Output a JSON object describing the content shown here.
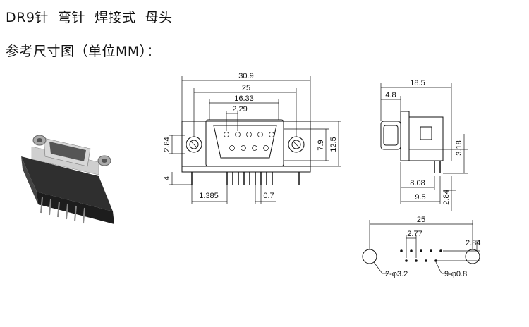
{
  "title_line1": "DR9针  弯针  焊接式  母头",
  "title_line2": "参考尺寸图（单位MM）：",
  "front_view": {
    "dims": {
      "overall_width": "30.9",
      "flange_hole_pitch": "25",
      "shell_width": "16.33",
      "pin_pitch": "2.29",
      "hole_height": "2.84",
      "pin_length": "4",
      "body_height_inner": "7.9",
      "body_height": "12.5",
      "pin_offset": "1.385",
      "pin_width": "0.7"
    }
  },
  "side_view": {
    "dims": {
      "depth": "18.5",
      "front_part": "4.8",
      "pin_height": "3.18",
      "pin_row_1": "8.08",
      "pin_row_2": "9.5",
      "pin_row_gap": "2.84"
    }
  },
  "footprint": {
    "dims": {
      "mount_hole_pitch": "25",
      "pin_pitch": "2.77",
      "row_gap": "2.84",
      "mount_holes": "2-φ3.2",
      "pin_holes": "9-φ0.8"
    }
  }
}
